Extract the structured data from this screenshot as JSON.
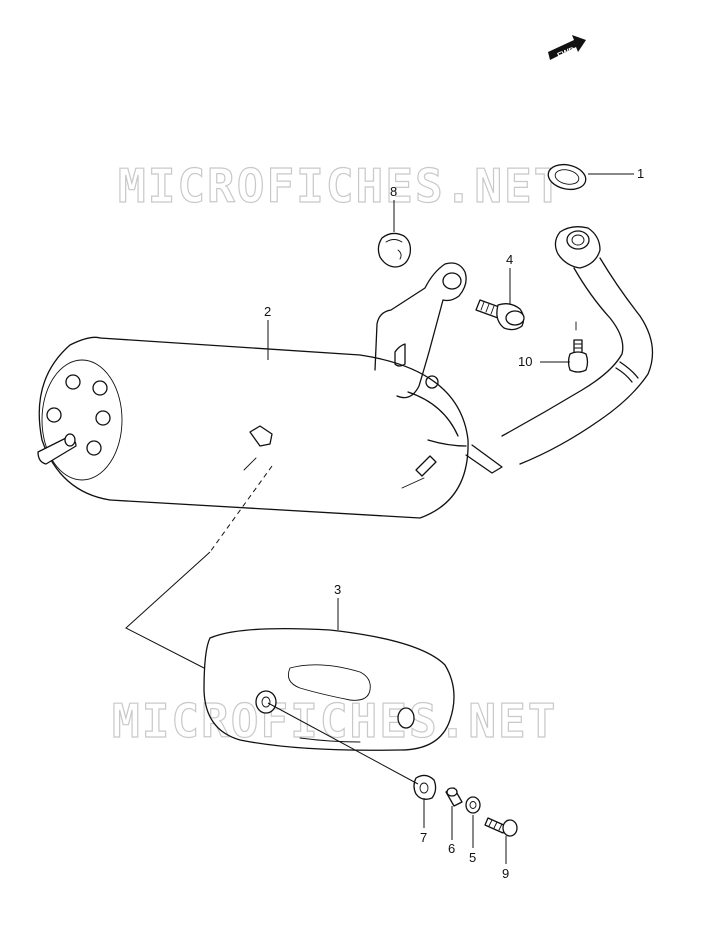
{
  "watermark": {
    "top": "MICROFICHES.NET",
    "bottom": "MICROFICHES.NET"
  },
  "direction_badge": "FWD",
  "callouts": {
    "c1": "1",
    "c2": "2",
    "c3": "3",
    "c4": "4",
    "c5": "5",
    "c6": "6",
    "c7": "7",
    "c8": "8",
    "c9": "9",
    "c10": "10"
  }
}
